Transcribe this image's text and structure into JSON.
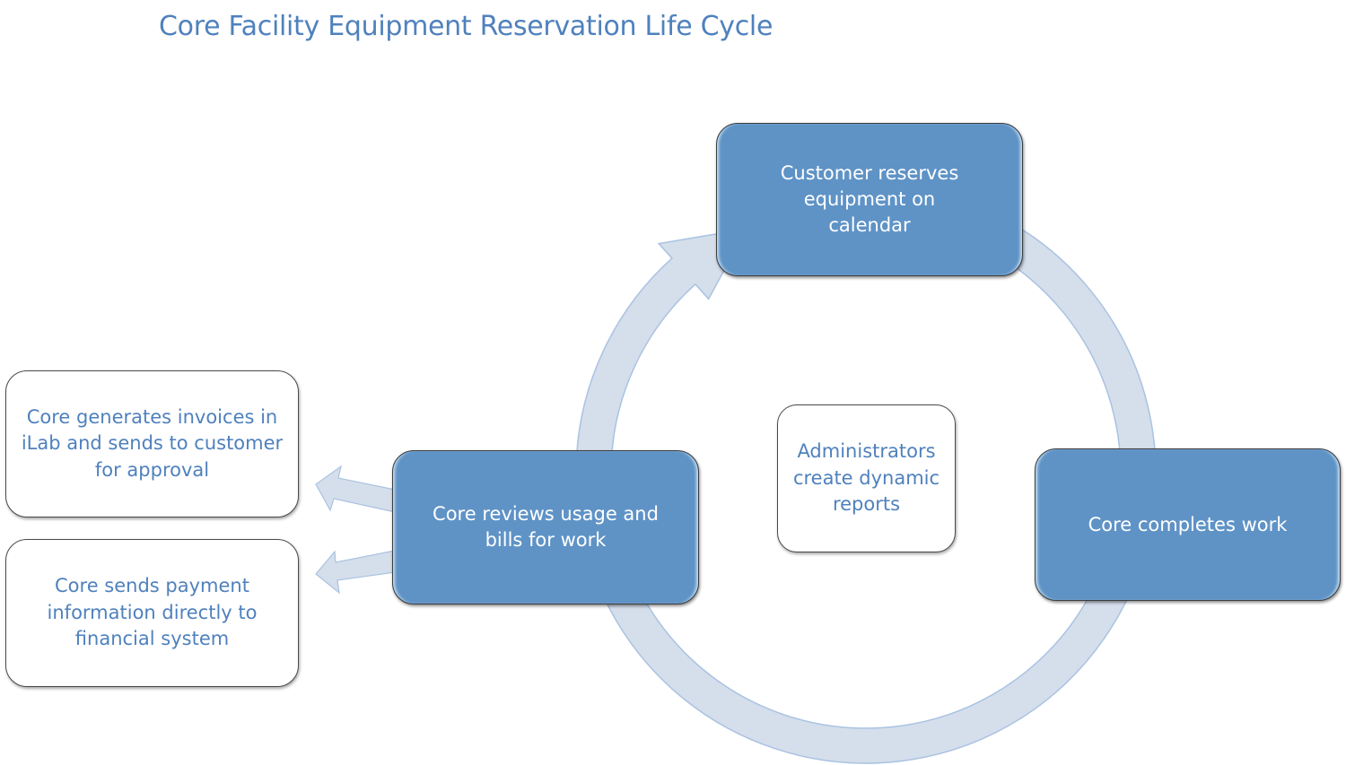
{
  "title": "Core Facility Equipment Reservation Life Cycle",
  "colors": {
    "title": "#4f81bd",
    "step_fill": "#5f93c6",
    "step_text": "#ffffff",
    "note_text": "#4f81bd",
    "cycle_arrow": "#d5deeb",
    "cycle_arrow_outline": "#a9c3e2"
  },
  "cycle": {
    "direction": "clockwise",
    "steps": [
      {
        "id": "reserve",
        "text": "Customer reserves equipment on calendar"
      },
      {
        "id": "complete",
        "text": "Core completes work"
      },
      {
        "id": "review",
        "text": "Core reviews usage and bills for work"
      }
    ],
    "center_note": "Administrators create dynamic reports"
  },
  "outputs": [
    {
      "id": "invoice",
      "text": "Core generates invoices in iLab and sends to customer for approval"
    },
    {
      "id": "payment",
      "text": "Core sends payment information directly to financial system"
    }
  ]
}
